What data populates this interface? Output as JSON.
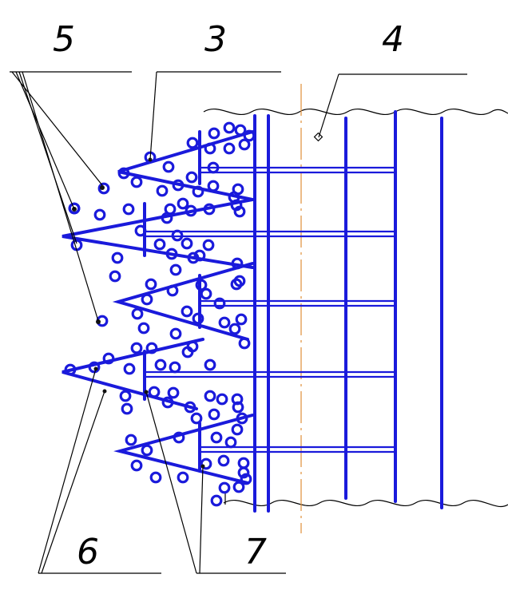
{
  "callouts": {
    "label_3": "3",
    "label_4": "4",
    "label_5": "5",
    "label_6": "6",
    "label_7": "7"
  },
  "colors": {
    "rebar": "#1a1adb",
    "axis": "#e0903a",
    "outline": "#000000"
  }
}
